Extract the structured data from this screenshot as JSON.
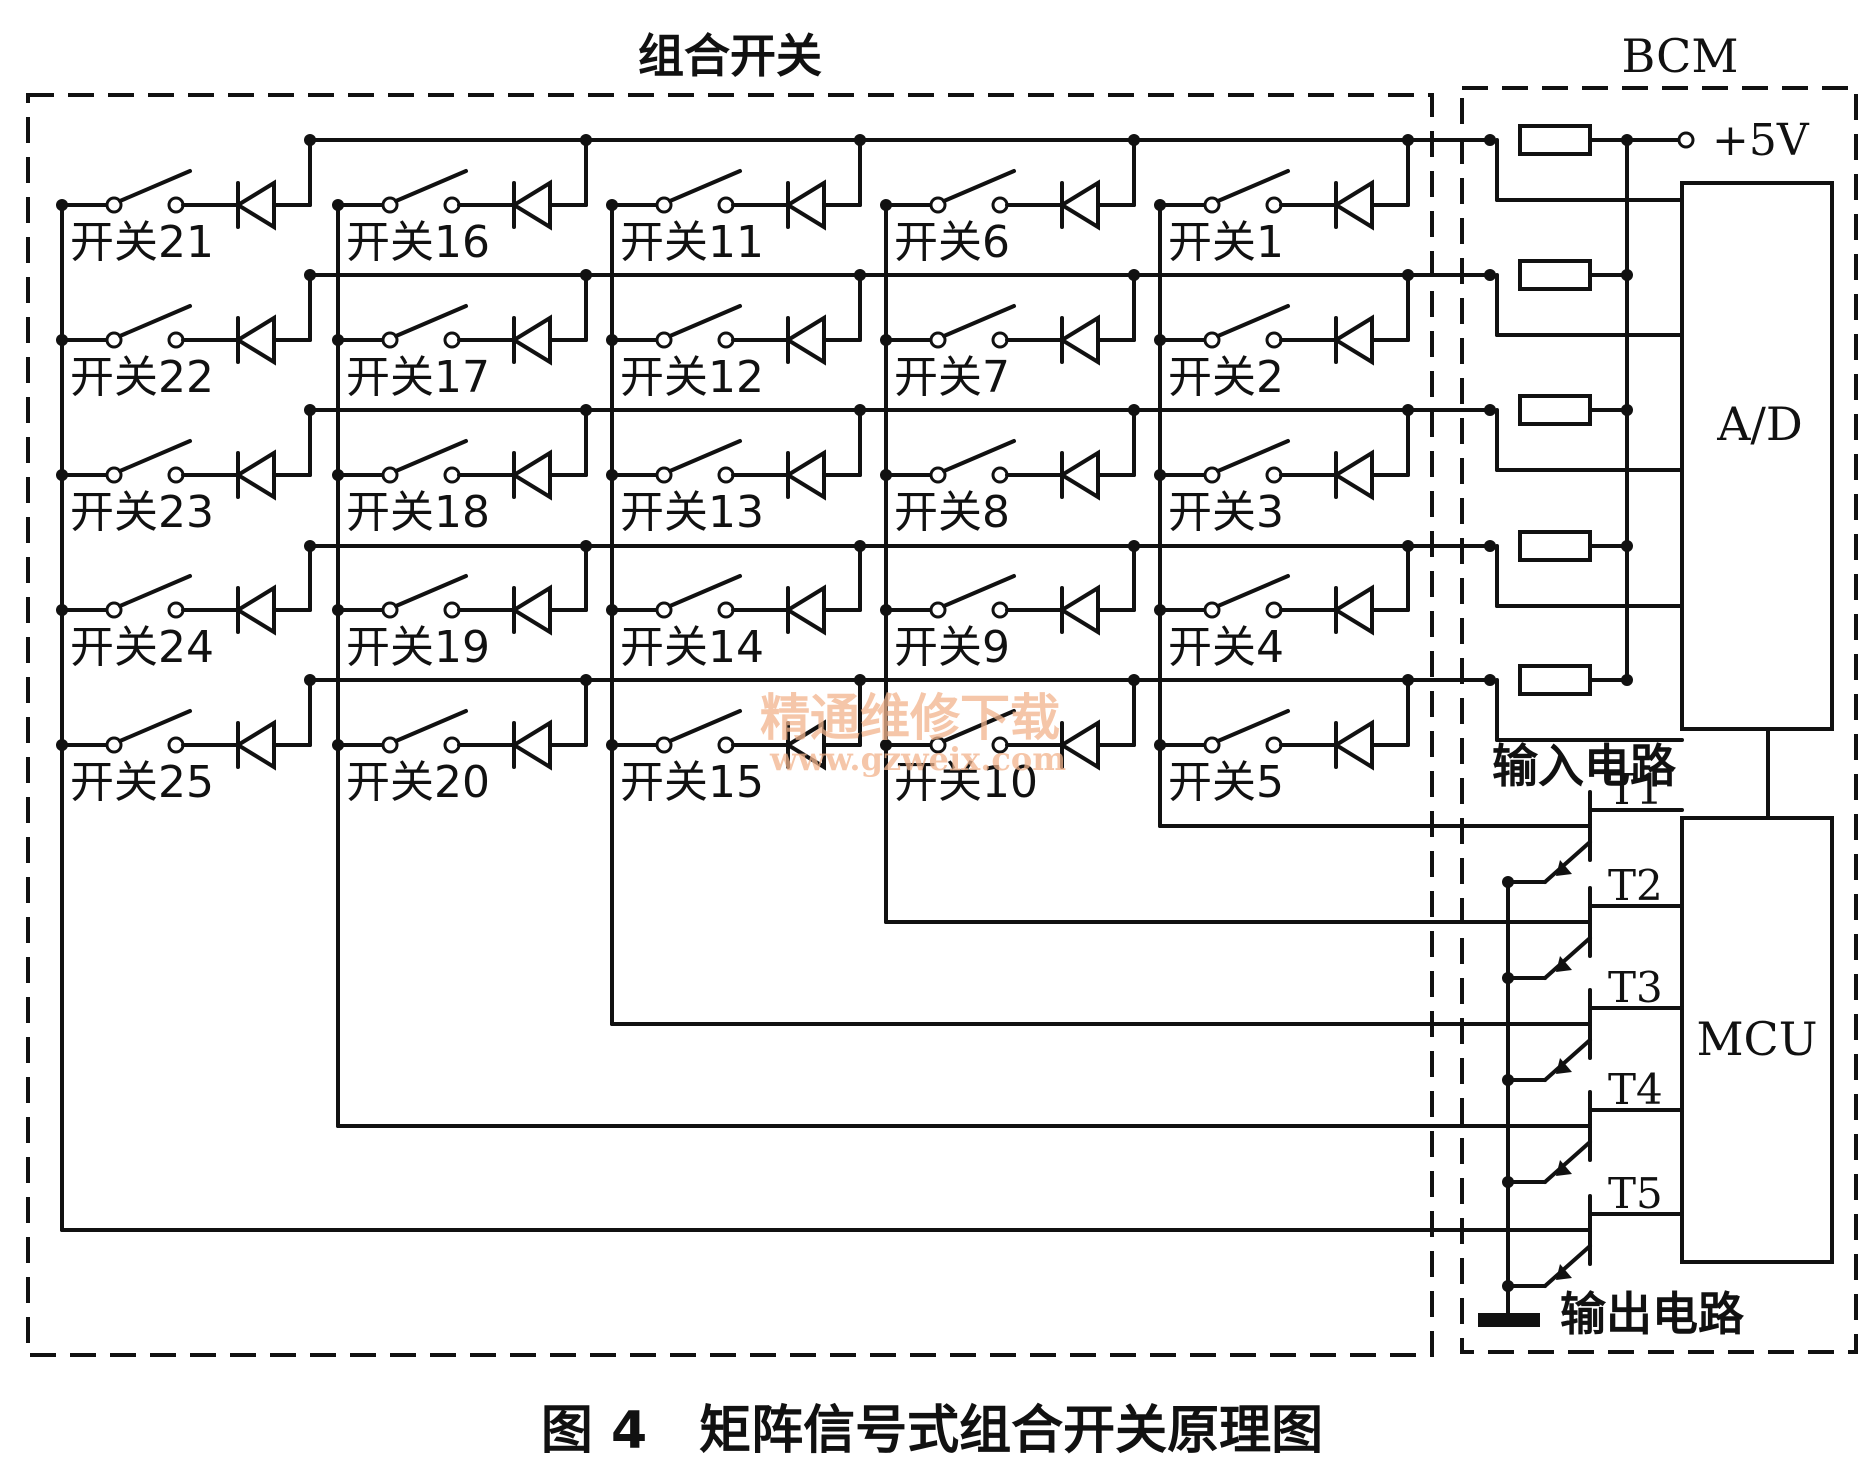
{
  "labels": {
    "switch_block": "组合开关",
    "bcm": "BCM",
    "supply": "+5V",
    "adc": "A/D",
    "mcu": "MCU",
    "input_circuit": "输入电路",
    "output_circuit": "输出电路",
    "transistors": [
      "T1",
      "T2",
      "T3",
      "T4",
      "T5"
    ]
  },
  "switch_prefix": "开关",
  "switch_numbers": [
    [
      21,
      16,
      11,
      6,
      1
    ],
    [
      22,
      17,
      12,
      7,
      2
    ],
    [
      23,
      18,
      13,
      8,
      3
    ],
    [
      24,
      19,
      14,
      9,
      4
    ],
    [
      25,
      20,
      15,
      10,
      5
    ]
  ],
  "caption": "图 4　矩阵信号式组合开关原理图",
  "watermark": {
    "title": "精通维修下载",
    "url": "www.gzweix.com"
  },
  "colors": {
    "ink": "#111111",
    "background": "#ffffff",
    "watermark": "#f2b48d"
  }
}
